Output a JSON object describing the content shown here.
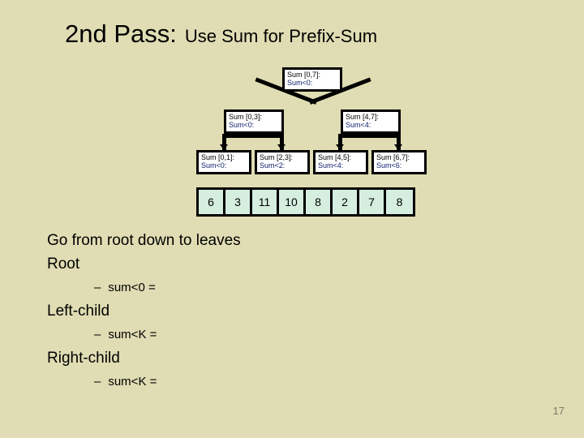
{
  "slide": {
    "title_main": "2nd Pass:",
    "title_sub": "Use Sum for Prefix-Sum",
    "page_number": "17"
  },
  "tree": {
    "nodes": [
      {
        "id": "root",
        "range": "Sum [0,7]:",
        "sum": "Sum<0:"
      },
      {
        "id": "left",
        "range": "Sum [0,3]:",
        "sum": "Sum<0:"
      },
      {
        "id": "right",
        "range": "Sum [4,7]:",
        "sum": "Sum<4:"
      },
      {
        "id": "ll",
        "range": "Sum [0,1]:",
        "sum": "Sum<0:"
      },
      {
        "id": "lr",
        "range": "Sum [2,3]:",
        "sum": "Sum<2:"
      },
      {
        "id": "rl",
        "range": "Sum [4,5]:",
        "sum": "Sum<4:"
      },
      {
        "id": "rr",
        "range": "Sum [6,7]:",
        "sum": "Sum<6:"
      }
    ]
  },
  "array": {
    "values": [
      "6",
      "3",
      "11",
      "10",
      "8",
      "2",
      "7",
      "8"
    ]
  },
  "bullets": {
    "line1": "Go from root down to leaves",
    "line2": "Root",
    "line3_dash": "–",
    "line3": "sum<0 =",
    "line4": "Left-child",
    "line5_dash": "–",
    "line5": "sum<K =",
    "line6": "Right-child",
    "line7_dash": "–",
    "line7": "sum<K ="
  },
  "colors": {
    "background": "#e0ddb4",
    "node_fill": "#ffffff",
    "node_border": "#000000",
    "node_sum_text": "#10206b",
    "array_cell_fill": "#d5eee0",
    "page_number": "#7d7b66"
  }
}
